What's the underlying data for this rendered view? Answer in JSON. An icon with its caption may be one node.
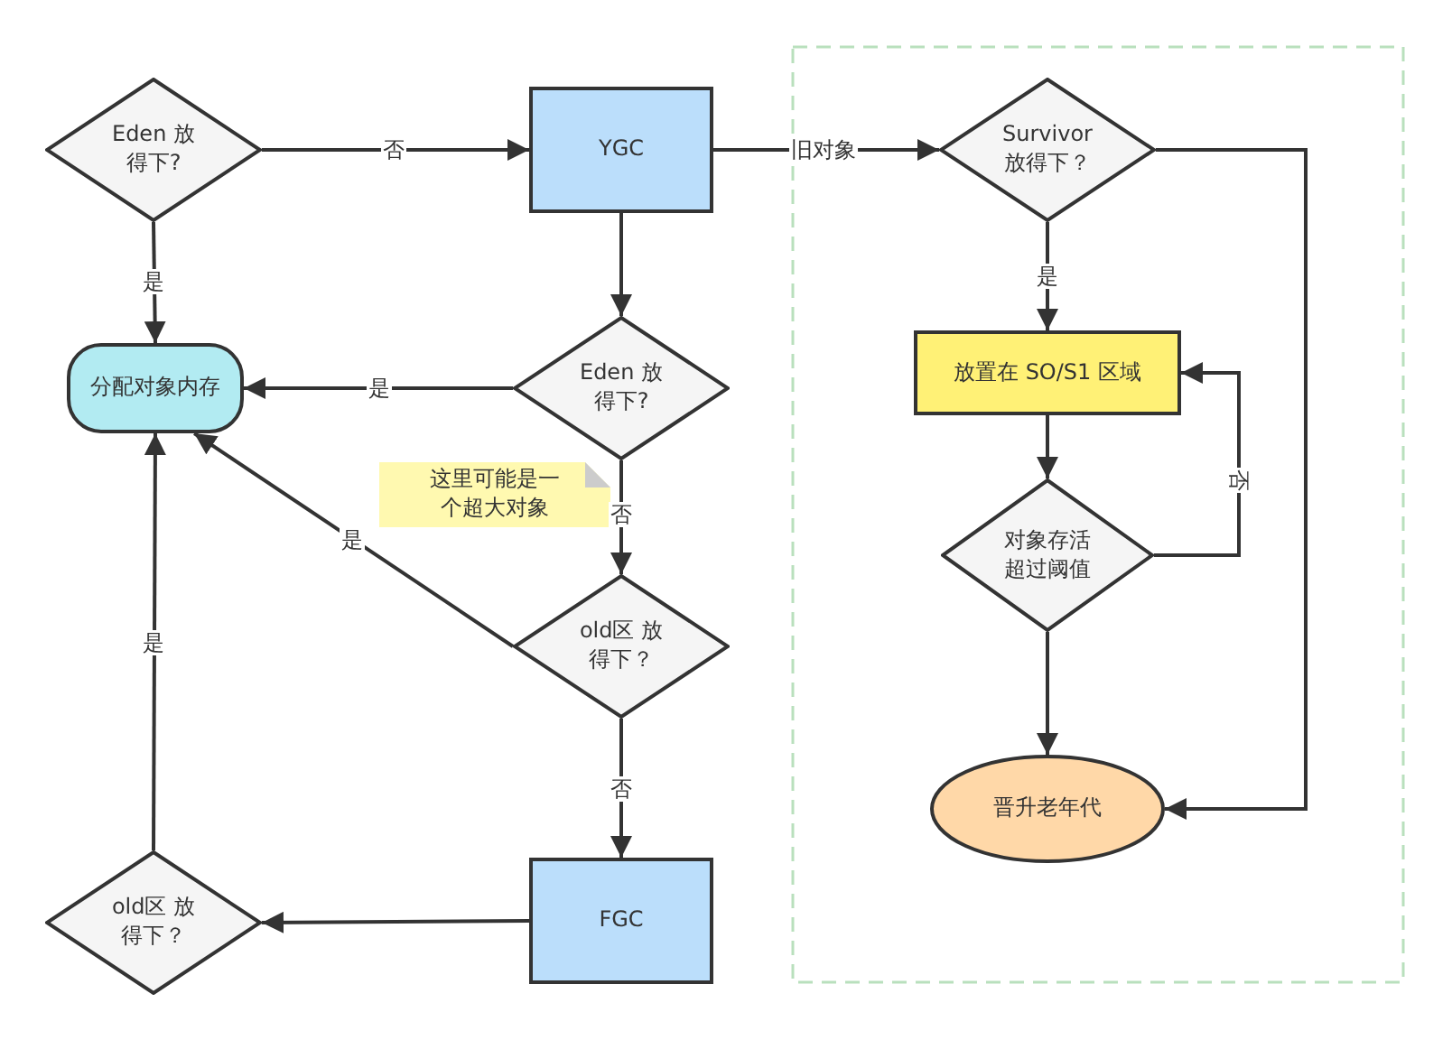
{
  "diagram": {
    "nodes": [
      {
        "text": [
          "Eden 放得下?"
        ]
      },
      {
        "text": [
          "YGC"
        ]
      },
      {
        "text": [
          "分配对象内存"
        ]
      },
      {
        "text": [
          "Eden 放得下?"
        ]
      },
      {
        "text": [
          "这里可能是一个超大对象"
        ]
      },
      {
        "text": [
          "old区 放得下？"
        ]
      },
      {
        "text": [
          "FGC"
        ]
      },
      {
        "text": [
          "old区 放得下？"
        ]
      },
      {
        "text": [],
        "shape": "box"
      },
      {
        "text": [
          "Survivor 放得下？"
        ],
        "in": 8
      },
      {
        "text": [
          "放置在 SO/S1 区域"
        ],
        "in": 8
      },
      {
        "text": [
          "对象存活超过阈值"
        ],
        "in": 8
      },
      {
        "text": [
          "晋升老年代"
        ],
        "in": 8
      }
    ],
    "edges": [
      {
        "from": 0,
        "to": 1,
        "arrow": "to",
        "label": "否"
      },
      {
        "from": 0,
        "to": 2,
        "arrow": "to",
        "label": "是"
      },
      {
        "from": 1,
        "to": 3,
        "arrow": "to"
      },
      {
        "from": 3,
        "to": 2,
        "arrow": "to",
        "label": "是"
      },
      {
        "from": 3,
        "to": 5,
        "arrow": "to",
        "label": "否"
      },
      {
        "from": 5,
        "to": 2,
        "arrow": "to",
        "label": "是"
      },
      {
        "from": 5,
        "to": 6,
        "arrow": "to",
        "label": "否"
      },
      {
        "from": 6,
        "to": 7,
        "arrow": "to"
      },
      {
        "from": 7,
        "to": 2,
        "arrow": "to",
        "label": "是"
      },
      {
        "from": 1,
        "to": 9,
        "arrow": "to",
        "label": "旧对象"
      },
      {
        "from": 9,
        "to": 10,
        "arrow": "to",
        "label": "是"
      },
      {
        "from": 9,
        "to": 12,
        "arrow": "to"
      },
      {
        "from": 10,
        "to": 11,
        "arrow": "to"
      },
      {
        "from": 11,
        "to": 10,
        "arrow": "to",
        "label": "否"
      },
      {
        "from": 11,
        "to": 12,
        "arrow": "to"
      }
    ]
  }
}
